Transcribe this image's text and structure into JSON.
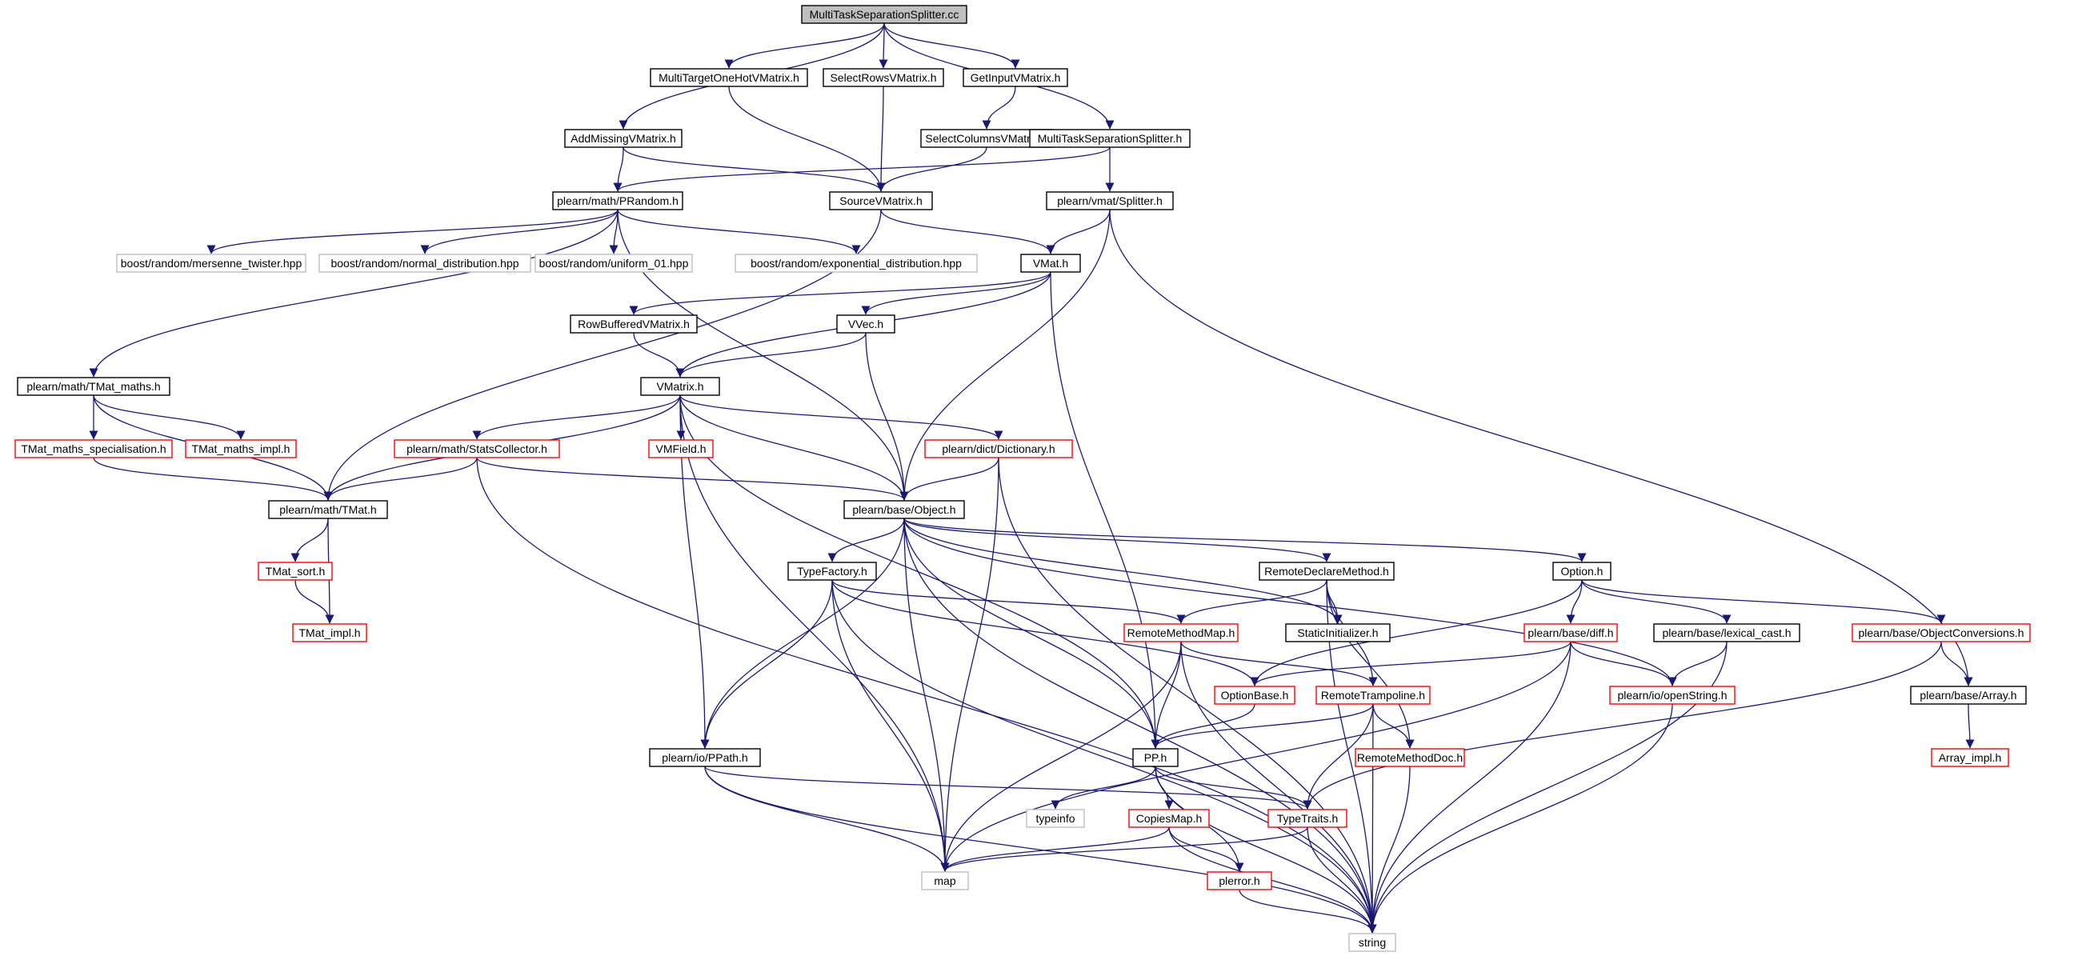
{
  "diagram": {
    "title": "",
    "colors": {
      "edge": "#191970",
      "node_border_default": "#000000",
      "node_border_truncated": "#ff0000",
      "node_border_external": "#bfbfbf",
      "root_fill": "#bfbfbf",
      "node_fill": "#ffffff"
    },
    "nodes": [
      {
        "id": "MultiTaskSeparationSplitter_cc",
        "label": "MultiTaskSeparationSplitter.cc",
        "kind": "root"
      },
      {
        "id": "MultiTargetOneHotVMatrix_h",
        "label": "MultiTargetOneHotVMatrix.h",
        "kind": "normal"
      },
      {
        "id": "SelectRowsVMatrix_h",
        "label": "SelectRowsVMatrix.h",
        "kind": "normal"
      },
      {
        "id": "GetInputVMatrix_h",
        "label": "GetInputVMatrix.h",
        "kind": "normal"
      },
      {
        "id": "AddMissingVMatrix_h",
        "label": "AddMissingVMatrix.h",
        "kind": "normal"
      },
      {
        "id": "SelectColumnsVMatrix_h",
        "label": "SelectColumnsVMatrix.h",
        "kind": "normal"
      },
      {
        "id": "MultiTaskSeparationSplitter_h",
        "label": "MultiTaskSeparationSplitter.h",
        "kind": "normal"
      },
      {
        "id": "PRandom_h",
        "label": "plearn/math/PRandom.h",
        "kind": "normal"
      },
      {
        "id": "SourceVMatrix_h",
        "label": "SourceVMatrix.h",
        "kind": "normal"
      },
      {
        "id": "Splitter_h",
        "label": "plearn/vmat/Splitter.h",
        "kind": "normal"
      },
      {
        "id": "mersenne_twister_hpp",
        "label": "boost/random/mersenne_twister.hpp",
        "kind": "external"
      },
      {
        "id": "normal_distribution_hpp",
        "label": "boost/random/normal_distribution.hpp",
        "kind": "external"
      },
      {
        "id": "uniform_01_hpp",
        "label": "boost/random/uniform_01.hpp",
        "kind": "external"
      },
      {
        "id": "exponential_distribution_hpp",
        "label": "boost/random/exponential_distribution.hpp",
        "kind": "external"
      },
      {
        "id": "VMat_h",
        "label": "VMat.h",
        "kind": "normal"
      },
      {
        "id": "RowBufferedVMatrix_h",
        "label": "RowBufferedVMatrix.h",
        "kind": "normal"
      },
      {
        "id": "VVec_h",
        "label": "VVec.h",
        "kind": "normal"
      },
      {
        "id": "TMat_maths_h",
        "label": "plearn/math/TMat_maths.h",
        "kind": "normal"
      },
      {
        "id": "VMatrix_h",
        "label": "VMatrix.h",
        "kind": "normal"
      },
      {
        "id": "TMat_maths_specialisation_h",
        "label": "TMat_maths_specialisation.h",
        "kind": "truncated"
      },
      {
        "id": "TMat_maths_impl_h",
        "label": "TMat_maths_impl.h",
        "kind": "truncated"
      },
      {
        "id": "StatsCollector_h",
        "label": "plearn/math/StatsCollector.h",
        "kind": "truncated"
      },
      {
        "id": "VMField_h",
        "label": "VMField.h",
        "kind": "truncated"
      },
      {
        "id": "Dictionary_h",
        "label": "plearn/dict/Dictionary.h",
        "kind": "truncated"
      },
      {
        "id": "TMat_h",
        "label": "plearn/math/TMat.h",
        "kind": "normal"
      },
      {
        "id": "Object_h",
        "label": "plearn/base/Object.h",
        "kind": "normal"
      },
      {
        "id": "TMat_sort_h",
        "label": "TMat_sort.h",
        "kind": "truncated"
      },
      {
        "id": "TMat_impl_h",
        "label": "TMat_impl.h",
        "kind": "truncated"
      },
      {
        "id": "TypeFactory_h",
        "label": "TypeFactory.h",
        "kind": "normal"
      },
      {
        "id": "RemoteDeclareMethod_h",
        "label": "RemoteDeclareMethod.h",
        "kind": "normal"
      },
      {
        "id": "Option_h",
        "label": "Option.h",
        "kind": "normal"
      },
      {
        "id": "RemoteMethodMap_h",
        "label": "RemoteMethodMap.h",
        "kind": "truncated"
      },
      {
        "id": "StaticInitializer_h",
        "label": "StaticInitializer.h",
        "kind": "normal"
      },
      {
        "id": "diff_h",
        "label": "plearn/base/diff.h",
        "kind": "truncated"
      },
      {
        "id": "lexical_cast_h",
        "label": "plearn/base/lexical_cast.h",
        "kind": "normal"
      },
      {
        "id": "ObjectConversions_h",
        "label": "plearn/base/ObjectConversions.h",
        "kind": "truncated"
      },
      {
        "id": "OptionBase_h",
        "label": "OptionBase.h",
        "kind": "truncated"
      },
      {
        "id": "RemoteTrampoline_h",
        "label": "RemoteTrampoline.h",
        "kind": "truncated"
      },
      {
        "id": "openString_h",
        "label": "plearn/io/openString.h",
        "kind": "truncated"
      },
      {
        "id": "Array_h",
        "label": "plearn/base/Array.h",
        "kind": "normal"
      },
      {
        "id": "PPath_h",
        "label": "plearn/io/PPath.h",
        "kind": "normal"
      },
      {
        "id": "PP_h",
        "label": "PP.h",
        "kind": "normal"
      },
      {
        "id": "RemoteMethodDoc_h",
        "label": "RemoteMethodDoc.h",
        "kind": "truncated"
      },
      {
        "id": "Array_impl_h",
        "label": "Array_impl.h",
        "kind": "truncated"
      },
      {
        "id": "typeinfo",
        "label": "typeinfo",
        "kind": "external"
      },
      {
        "id": "CopiesMap_h",
        "label": "CopiesMap.h",
        "kind": "truncated"
      },
      {
        "id": "TypeTraits_h",
        "label": "TypeTraits.h",
        "kind": "truncated"
      },
      {
        "id": "map",
        "label": "map",
        "kind": "external"
      },
      {
        "id": "plerror_h",
        "label": "plerror.h",
        "kind": "truncated"
      },
      {
        "id": "string",
        "label": "string",
        "kind": "external"
      }
    ],
    "edges": [
      [
        "MultiTaskSeparationSplitter_cc",
        "AddMissingVMatrix_h"
      ],
      [
        "MultiTaskSeparationSplitter_cc",
        "MultiTargetOneHotVMatrix_h"
      ],
      [
        "MultiTaskSeparationSplitter_cc",
        "SelectRowsVMatrix_h"
      ],
      [
        "MultiTaskSeparationSplitter_cc",
        "GetInputVMatrix_h"
      ],
      [
        "MultiTaskSeparationSplitter_cc",
        "MultiTaskSeparationSplitter_h"
      ],
      [
        "MultiTargetOneHotVMatrix_h",
        "SourceVMatrix_h"
      ],
      [
        "SelectRowsVMatrix_h",
        "SourceVMatrix_h"
      ],
      [
        "GetInputVMatrix_h",
        "SelectColumnsVMatrix_h"
      ],
      [
        "SelectColumnsVMatrix_h",
        "SourceVMatrix_h"
      ],
      [
        "AddMissingVMatrix_h",
        "PRandom_h"
      ],
      [
        "AddMissingVMatrix_h",
        "SourceVMatrix_h"
      ],
      [
        "MultiTaskSeparationSplitter_h",
        "PRandom_h"
      ],
      [
        "MultiTaskSeparationSplitter_h",
        "Splitter_h"
      ],
      [
        "PRandom_h",
        "mersenne_twister_hpp"
      ],
      [
        "PRandom_h",
        "normal_distribution_hpp"
      ],
      [
        "PRandom_h",
        "uniform_01_hpp"
      ],
      [
        "PRandom_h",
        "exponential_distribution_hpp"
      ],
      [
        "PRandom_h",
        "TMat_maths_h"
      ],
      [
        "PRandom_h",
        "Object_h"
      ],
      [
        "SourceVMatrix_h",
        "VMat_h"
      ],
      [
        "SourceVMatrix_h",
        "TMat_h"
      ],
      [
        "Splitter_h",
        "VMat_h"
      ],
      [
        "Splitter_h",
        "Object_h"
      ],
      [
        "Splitter_h",
        "Array_h"
      ],
      [
        "VMat_h",
        "RowBufferedVMatrix_h"
      ],
      [
        "VMat_h",
        "VVec_h"
      ],
      [
        "VMat_h",
        "VMatrix_h"
      ],
      [
        "VMat_h",
        "PP_h"
      ],
      [
        "RowBufferedVMatrix_h",
        "VMatrix_h"
      ],
      [
        "VVec_h",
        "VMatrix_h"
      ],
      [
        "VVec_h",
        "Object_h"
      ],
      [
        "TMat_maths_h",
        "TMat_maths_specialisation_h"
      ],
      [
        "TMat_maths_h",
        "TMat_maths_impl_h"
      ],
      [
        "TMat_maths_h",
        "TMat_h"
      ],
      [
        "VMatrix_h",
        "TMat_h"
      ],
      [
        "VMatrix_h",
        "StatsCollector_h"
      ],
      [
        "VMatrix_h",
        "VMField_h"
      ],
      [
        "VMatrix_h",
        "Dictionary_h"
      ],
      [
        "VMatrix_h",
        "Object_h"
      ],
      [
        "VMatrix_h",
        "PPath_h"
      ],
      [
        "VMatrix_h",
        "PP_h"
      ],
      [
        "VMatrix_h",
        "map"
      ],
      [
        "TMat_maths_specialisation_h",
        "TMat_h"
      ],
      [
        "StatsCollector_h",
        "TMat_h"
      ],
      [
        "StatsCollector_h",
        "Object_h"
      ],
      [
        "StatsCollector_h",
        "string"
      ],
      [
        "Dictionary_h",
        "Object_h"
      ],
      [
        "Dictionary_h",
        "map"
      ],
      [
        "Dictionary_h",
        "string"
      ],
      [
        "TMat_h",
        "TMat_sort_h"
      ],
      [
        "TMat_h",
        "TMat_impl_h"
      ],
      [
        "TMat_sort_h",
        "TMat_impl_h"
      ],
      [
        "Object_h",
        "TypeFactory_h"
      ],
      [
        "Object_h",
        "RemoteDeclareMethod_h"
      ],
      [
        "Object_h",
        "Option_h"
      ],
      [
        "Object_h",
        "StaticInitializer_h"
      ],
      [
        "Object_h",
        "PPath_h"
      ],
      [
        "Object_h",
        "PP_h"
      ],
      [
        "Object_h",
        "map"
      ],
      [
        "Object_h",
        "string"
      ],
      [
        "Object_h",
        "openString_h"
      ],
      [
        "TypeFactory_h",
        "RemoteMethodMap_h"
      ],
      [
        "TypeFactory_h",
        "OptionBase_h"
      ],
      [
        "TypeFactory_h",
        "PPath_h"
      ],
      [
        "TypeFactory_h",
        "map"
      ],
      [
        "TypeFactory_h",
        "string"
      ],
      [
        "RemoteDeclareMethod_h",
        "RemoteMethodMap_h"
      ],
      [
        "RemoteDeclareMethod_h",
        "StaticInitializer_h"
      ],
      [
        "RemoteDeclareMethod_h",
        "RemoteTrampoline_h"
      ],
      [
        "RemoteDeclareMethod_h",
        "RemoteMethodDoc_h"
      ],
      [
        "RemoteDeclareMethod_h",
        "string"
      ],
      [
        "Option_h",
        "OptionBase_h"
      ],
      [
        "Option_h",
        "diff_h"
      ],
      [
        "Option_h",
        "lexical_cast_h"
      ],
      [
        "Option_h",
        "ObjectConversions_h"
      ],
      [
        "RemoteMethodMap_h",
        "RemoteTrampoline_h"
      ],
      [
        "RemoteMethodMap_h",
        "PP_h"
      ],
      [
        "RemoteMethodMap_h",
        "map"
      ],
      [
        "RemoteMethodMap_h",
        "string"
      ],
      [
        "diff_h",
        "OptionBase_h"
      ],
      [
        "diff_h",
        "openString_h"
      ],
      [
        "diff_h",
        "map"
      ],
      [
        "diff_h",
        "string"
      ],
      [
        "lexical_cast_h",
        "openString_h"
      ],
      [
        "lexical_cast_h",
        "string"
      ],
      [
        "ObjectConversions_h",
        "Array_h"
      ],
      [
        "ObjectConversions_h",
        "TypeTraits_h"
      ],
      [
        "OptionBase_h",
        "PP_h"
      ],
      [
        "RemoteTrampoline_h",
        "PP_h"
      ],
      [
        "RemoteTrampoline_h",
        "RemoteMethodDoc_h"
      ],
      [
        "RemoteTrampoline_h",
        "TypeTraits_h"
      ],
      [
        "RemoteTrampoline_h",
        "string"
      ],
      [
        "openString_h",
        "string"
      ],
      [
        "Array_h",
        "Array_impl_h"
      ],
      [
        "PPath_h",
        "TypeTraits_h"
      ],
      [
        "PPath_h",
        "map"
      ],
      [
        "PPath_h",
        "string"
      ],
      [
        "PP_h",
        "typeinfo"
      ],
      [
        "PP_h",
        "CopiesMap_h"
      ],
      [
        "PP_h",
        "TypeTraits_h"
      ],
      [
        "PP_h",
        "plerror_h"
      ],
      [
        "PP_h",
        "string"
      ],
      [
        "RemoteMethodDoc_h",
        "string"
      ],
      [
        "CopiesMap_h",
        "map"
      ],
      [
        "CopiesMap_h",
        "plerror_h"
      ],
      [
        "CopiesMap_h",
        "string"
      ],
      [
        "TypeTraits_h",
        "map"
      ],
      [
        "TypeTraits_h",
        "string"
      ],
      [
        "plerror_h",
        "string"
      ]
    ]
  }
}
